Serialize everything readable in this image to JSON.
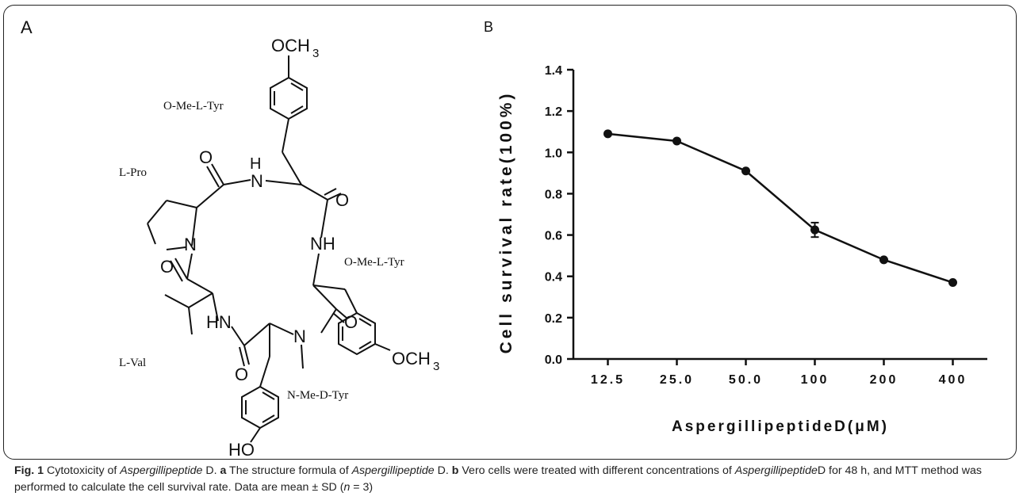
{
  "figure": {
    "panel_a_letter": "A",
    "panel_b_letter": "B"
  },
  "structure": {
    "labels": {
      "o_me_l_tyr_top": "O-Me-L-Tyr",
      "l_pro": "L-Pro",
      "o_me_l_tyr_right": "O-Me-L-Tyr",
      "l_val": "L-Val",
      "n_me_d_tyr": "N-Me-D-Tyr"
    },
    "atoms": {
      "och3_top": "OCH",
      "och3_top_sub": "3",
      "och3_right": "OCH",
      "och3_right_sub": "3",
      "ho": "HO",
      "o": "O",
      "n": "N",
      "h": "H",
      "nh": "NH",
      "hn": "HN"
    }
  },
  "chart_data": {
    "type": "line",
    "categories": [
      "12.5",
      "25.0",
      "50.0",
      "100",
      "200",
      "400"
    ],
    "series": [
      {
        "values": [
          1.09,
          1.055,
          0.91,
          0.625,
          0.48,
          0.37
        ],
        "errors": [
          0.005,
          0.005,
          0.005,
          0.035,
          0.005,
          0.005
        ]
      }
    ],
    "xlabel": "AspergillipeptideD(μM)",
    "ylabel": "Cell survival rate(100%)",
    "ylim": [
      0,
      1.4
    ],
    "yticks": [
      "0.0",
      "0.2",
      "0.4",
      "0.6",
      "0.8",
      "1.0",
      "1.2",
      "1.4"
    ],
    "grid": false,
    "color": "#111111"
  },
  "caption": {
    "fig_label": "Fig. 1",
    "t1": " Cytotoxicity of ",
    "name_italic": "Aspergillipeptide",
    "t2": " D. ",
    "a_label": "a",
    "t3": " The structure formula of ",
    "t4": " D. ",
    "b_label": "b",
    "t5": " Vero cells were treated with different concentrations of ",
    "t6": "D for 48 h, and MTT method was performed to calculate the cell survival rate. Data are mean ± SD (",
    "n_italic": "n",
    "t7": " = 3)"
  }
}
